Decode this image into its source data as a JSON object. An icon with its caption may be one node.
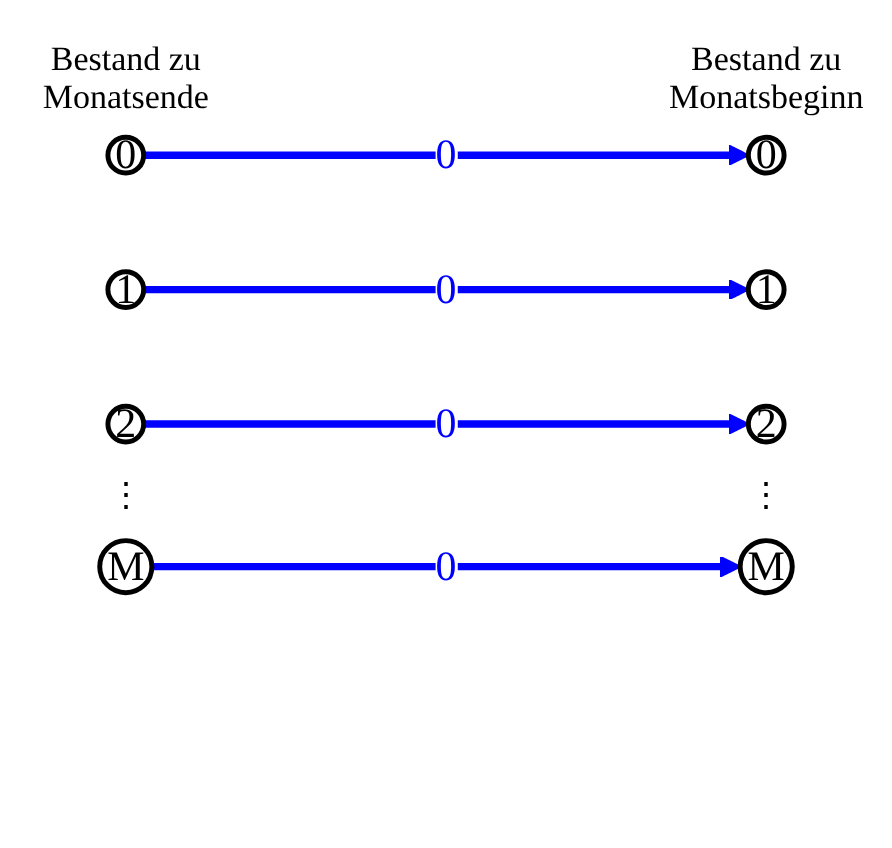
{
  "diagram": {
    "nodes": [
      {
        "text": [
          "0"
        ]
      },
      {
        "text": [
          "0"
        ]
      },
      {
        "text": [
          "1"
        ]
      },
      {
        "text": [
          "1"
        ]
      },
      {
        "text": [
          "2"
        ]
      },
      {
        "text": [
          "2"
        ]
      },
      {
        "text": [
          "M"
        ]
      },
      {
        "text": [
          "M"
        ]
      }
    ],
    "edges": [
      {
        "from": 0,
        "to": 1,
        "arrow": "to",
        "label": "0"
      },
      {
        "from": 2,
        "to": 3,
        "arrow": "to",
        "label": "0"
      },
      {
        "from": 4,
        "to": 5,
        "arrow": "to",
        "label": "0"
      },
      {
        "from": 6,
        "to": 7,
        "arrow": "to",
        "label": "0"
      }
    ],
    "labels": [
      "Bestand zu Monatsende",
      "Bestand zu Monatsbeginn",
      "⋮",
      "⋮"
    ]
  }
}
